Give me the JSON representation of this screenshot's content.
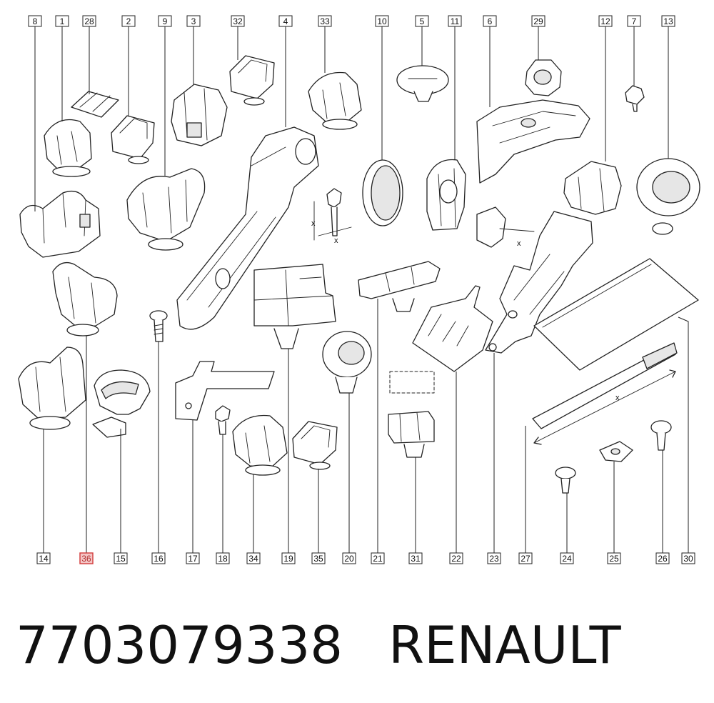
{
  "diagram": {
    "top_labels": [
      "8",
      "1",
      "28",
      "2",
      "9",
      "3",
      "32",
      "4",
      "33",
      "10",
      "5",
      "11",
      "6",
      "29",
      "12",
      "7",
      "13"
    ],
    "bottom_labels": [
      "14",
      "36",
      "15",
      "16",
      "17",
      "18",
      "34",
      "19",
      "35",
      "20",
      "21",
      "31",
      "22",
      "23",
      "27",
      "24",
      "25",
      "26",
      "30"
    ],
    "selected_label": "36",
    "dimension_mark": "x",
    "accent_color": "#d23b3b"
  },
  "footer": {
    "part_number": "7703079338",
    "brand": "RENAULT"
  }
}
